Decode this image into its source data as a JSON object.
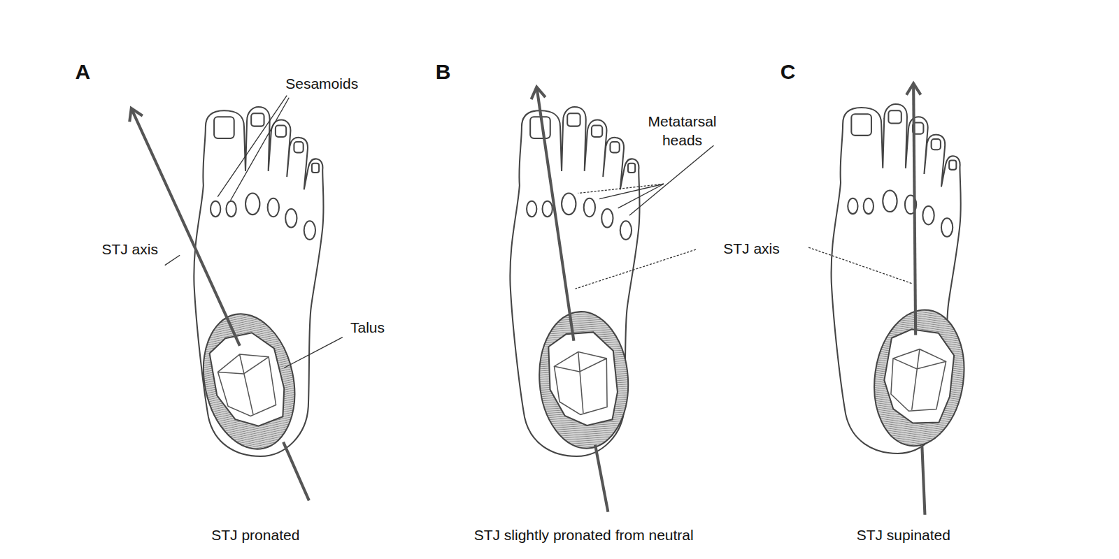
{
  "diagram": {
    "labels": [
      "A",
      "Sesamoids",
      "STJ axis",
      "Talus",
      "B",
      "Metatarsal heads",
      "C",
      "STJ axis",
      "STJ pronated",
      "STJ slightly pronated from neutral",
      "STJ supinated"
    ]
  }
}
